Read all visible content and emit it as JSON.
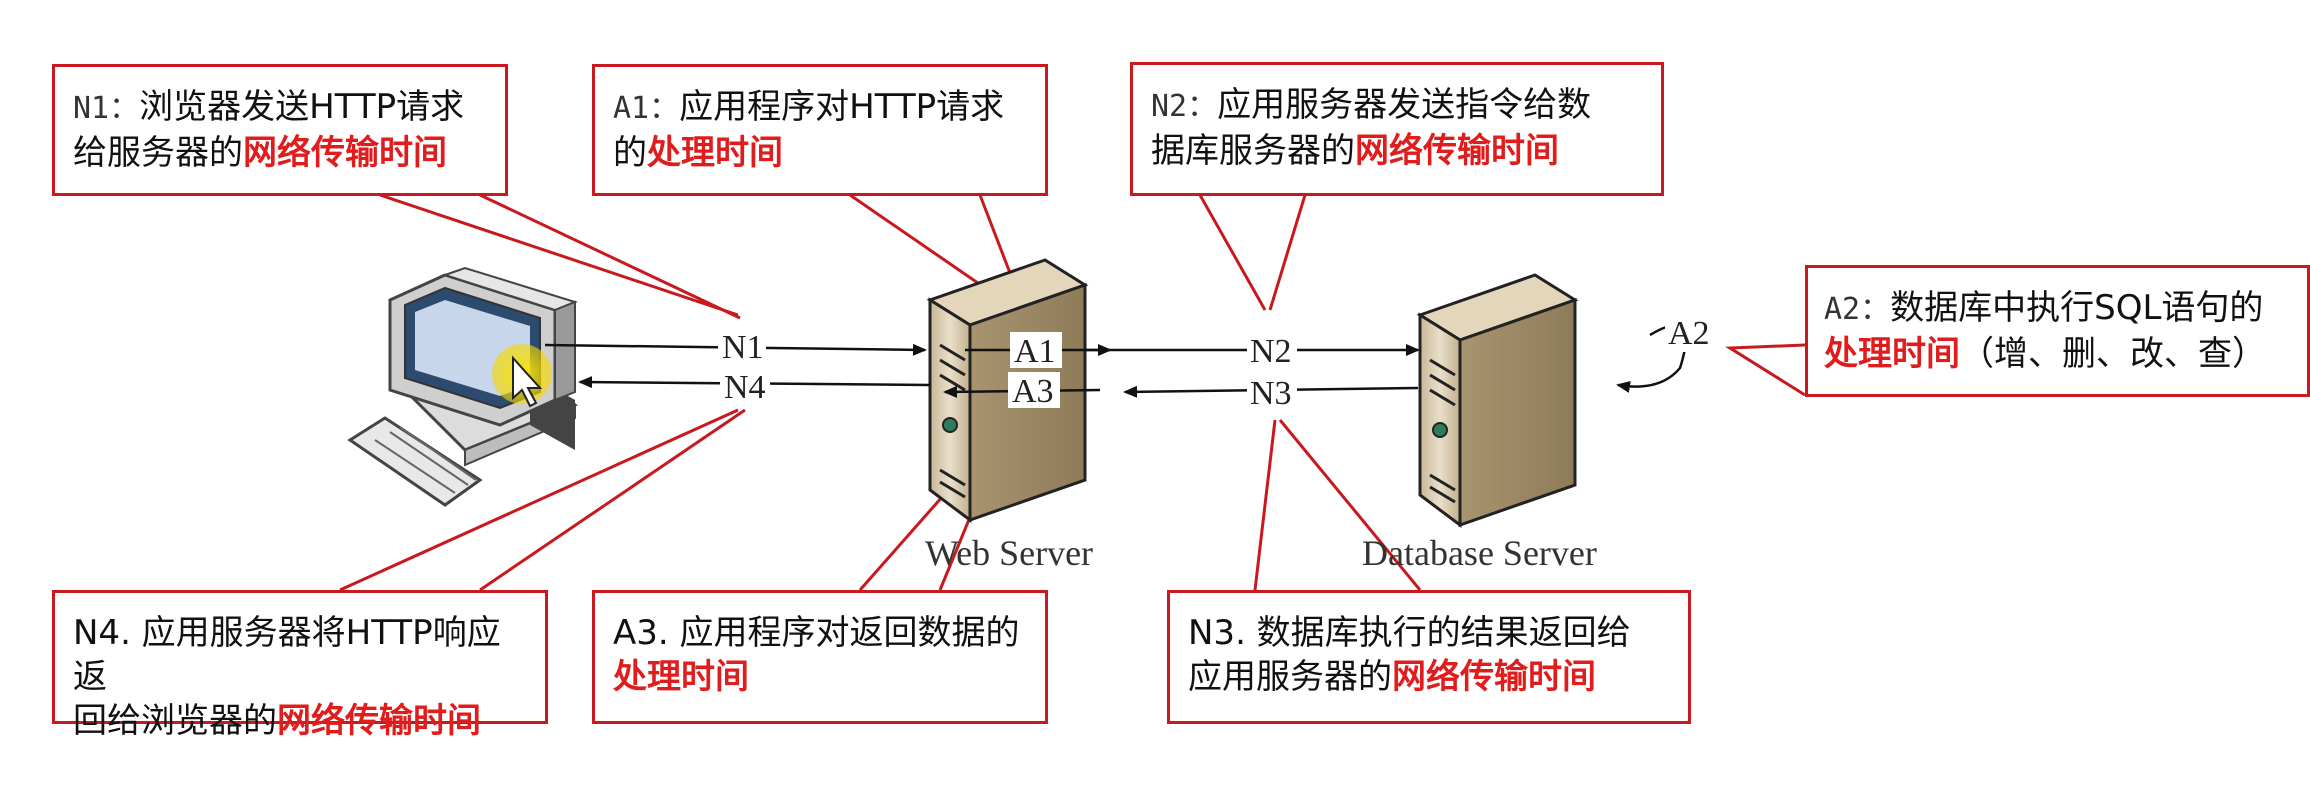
{
  "nodes": {
    "n1": "N1",
    "n4": "N4",
    "a1": "A1",
    "a3": "A3",
    "n2": "N2",
    "n3": "N3",
    "a2": "A2",
    "web_server": "Web Server",
    "database_server": "Database Server"
  },
  "callouts": {
    "n1": {
      "prefix": "N1：",
      "line1": "浏览器发送HTTP请求",
      "line2_plain": "给服务器的",
      "highlight": "网络传输时间"
    },
    "a1": {
      "prefix": "A1：",
      "line1": "应用程序对HTTP请求",
      "line2_plain": "的",
      "highlight": "处理时间"
    },
    "n2": {
      "prefix": "N2：",
      "line1": "应用服务器发送指令给数",
      "line2_plain": "据库服务器的",
      "highlight": "网络传输时间"
    },
    "a2": {
      "prefix": "A2：",
      "line1": "数据库中执行SQL语句的",
      "highlight": "处理时间",
      "line2_plain": "（增、删、改、查）"
    },
    "n4": {
      "line1": "N4. 应用服务器将HTTP响应返",
      "line2_plain": "回给浏览器的",
      "highlight": "网络传输时间"
    },
    "a3": {
      "line1": "A3. 应用程序对返回数据的",
      "highlight": "处理时间"
    },
    "n3": {
      "line1": "N3. 数据库执行的结果返回给",
      "line2_plain": "应用服务器的",
      "highlight": "网络传输时间"
    }
  },
  "colors": {
    "callout_border": "#c8191e",
    "highlight": "#e01c1c",
    "server_body": "#d9ccb0"
  },
  "icons": [
    "computer-icon",
    "web-server-icon",
    "database-server-icon",
    "mouse-cursor-icon"
  ]
}
